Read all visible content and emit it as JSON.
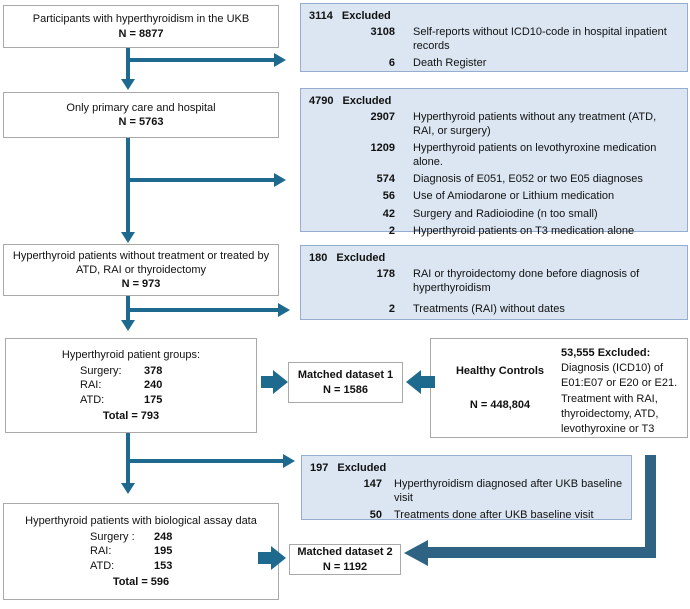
{
  "flow": {
    "box1": {
      "text": "Participants with hyperthyroidism in the UKB",
      "n": "N = 8877"
    },
    "box2": {
      "text": "Only primary care and hospital",
      "n": "N = 5763"
    },
    "box3": {
      "text": "Hyperthyroid patients without treatment or treated by ATD, RAI or thyroidectomy",
      "n": "N = 973"
    },
    "box4": {
      "title": "Hyperthyroid patient groups:",
      "rows": [
        {
          "label": "Surgery:",
          "value": "378"
        },
        {
          "label": "RAI:",
          "value": "240"
        },
        {
          "label": "ATD:",
          "value": "175"
        }
      ],
      "total": "Total = 793"
    },
    "box5": {
      "title": "Hyperthyroid patients with biological assay data",
      "rows": [
        {
          "label": "Surgery :",
          "value": "248"
        },
        {
          "label": "RAI:",
          "value": "195"
        },
        {
          "label": "ATD:",
          "value": "153"
        }
      ],
      "total": "Total = 596"
    },
    "matched1": {
      "title": "Matched dataset 1",
      "n": "N = 1586"
    },
    "matched2": {
      "title": "Matched dataset 2",
      "n": "N = 1192"
    },
    "healthy": {
      "title": "Healthy Controls",
      "n": "N = 448,804",
      "excl_title": "53,555 Excluded:",
      "excl_text": "Diagnosis (ICD10) of E01:E07 or E20 or E21. Treatment with RAI, thyroidectomy,  ATD, levothyroxine or T3"
    }
  },
  "exclusions": [
    {
      "count": "3114",
      "label": "Excluded",
      "items": [
        {
          "n": "3108",
          "text": "Self-reports without ICD10-code in hospital inpatient records"
        },
        {
          "n": "6",
          "text": "Death Register"
        }
      ]
    },
    {
      "count": "4790",
      "label": "Excluded",
      "items": [
        {
          "n": "2907",
          "text": "Hyperthyroid patients without any treatment (ATD, RAI, or surgery)"
        },
        {
          "n": "1209",
          "text": "Hyperthyroid patients on levothyroxine medication alone."
        },
        {
          "n": "574",
          "text": "Diagnosis of E051, E052 or two E05 diagnoses"
        },
        {
          "n": "56",
          "text": "Use of Amiodarone or Lithium medication"
        },
        {
          "n": "42",
          "text": "Surgery and Radioiodine (n too small)"
        },
        {
          "n": "2",
          "text": "Hyperthyroid patients on T3 medication alone"
        }
      ]
    },
    {
      "count": "180",
      "label": "Excluded",
      "items": [
        {
          "n": "178",
          "text": "RAI or thyroidectomy done before diagnosis of hyperthyroidism"
        },
        {
          "n": "2",
          "text": "Treatments (RAI) without dates"
        }
      ]
    },
    {
      "count": "197",
      "label": "Excluded",
      "items": [
        {
          "n": "147",
          "text": "Hyperthyroidism diagnosed after UKB baseline visit"
        },
        {
          "n": "50",
          "text": "Treatments done after UKB baseline visit"
        }
      ]
    }
  ],
  "colors": {
    "arrow": "#1e6a8e",
    "dark_connector": "#2e6384",
    "excluded_box_fill": "#dbe6f2",
    "excluded_box_border": "#96add0",
    "plain_box_border": "#a9a9a9"
  }
}
